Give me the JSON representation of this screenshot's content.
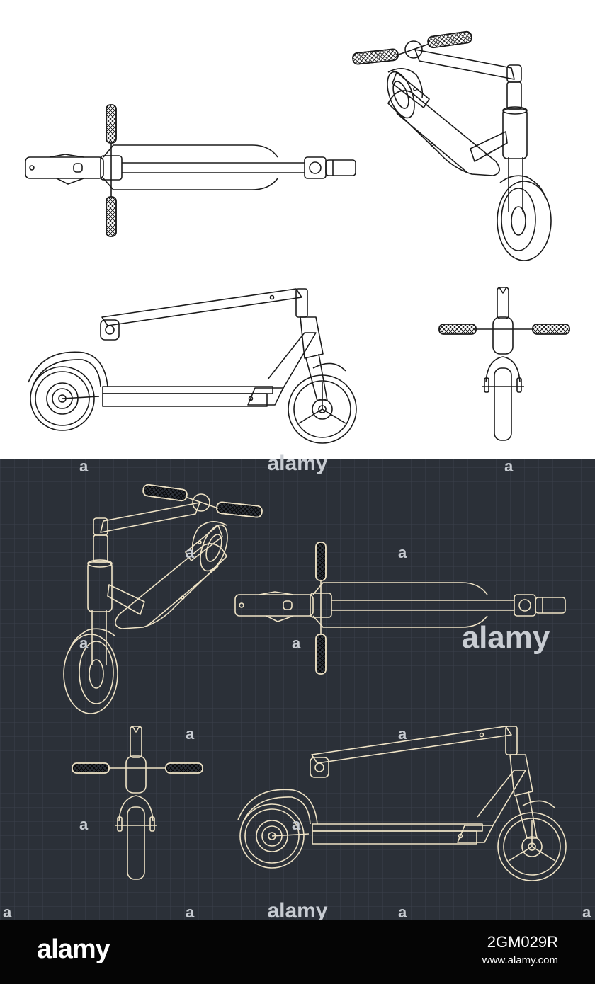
{
  "colors": {
    "paper": "#ffffff",
    "ink": "#1a1a1a",
    "blueprint_bg": "#2b3038",
    "blueprint_grid": "#3b414b",
    "blueprint_ink": "#efe3c6",
    "watermark": "#c8ccd2",
    "footer_bg": "#050505",
    "footer_text": "#ffffff"
  },
  "watermark": {
    "text": "alamy"
  },
  "footer": {
    "logo_text": "alamy",
    "image_id": "2GM029R",
    "site": "www.alamy.com"
  },
  "drawings": [
    {
      "panel": "light",
      "view": "top-view-icon"
    },
    {
      "panel": "light",
      "view": "perspective-view-icon"
    },
    {
      "panel": "light",
      "view": "side-view-icon"
    },
    {
      "panel": "light",
      "view": "front-view-icon"
    },
    {
      "panel": "dark",
      "view": "perspective-view-icon"
    },
    {
      "panel": "dark",
      "view": "top-view-icon"
    },
    {
      "panel": "dark",
      "view": "front-view-icon"
    },
    {
      "panel": "dark",
      "view": "side-view-icon"
    }
  ]
}
